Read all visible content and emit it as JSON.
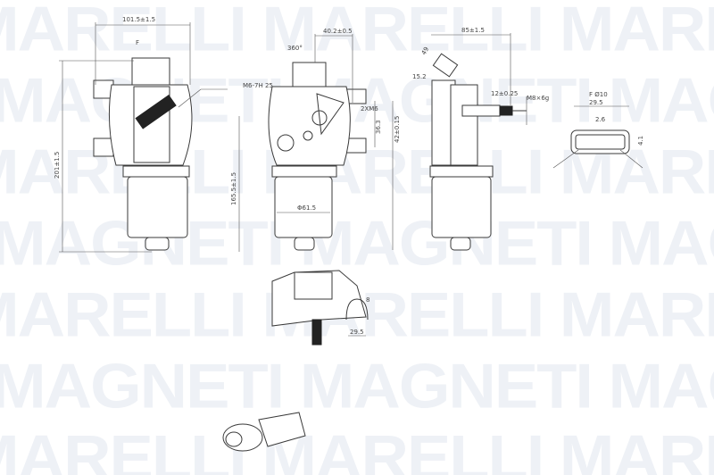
{
  "watermark": {
    "line_a": "MAGNETI MAGNETI MAGNETI",
    "line_b": "MARELLI MARELLI MARELLI",
    "color": "#eef1f6"
  },
  "front_view": {
    "width_dim": "101.5±1.5",
    "height_dim": "201±1.5",
    "section_mark": "F"
  },
  "rear_view": {
    "offset_dim": "40.2±0.5",
    "angle": "360°",
    "thread": "M6-7H 25",
    "mount_thread": "2XM6",
    "mount_spacing": "36.3",
    "mount_offset": "42±0.15",
    "height_dim": "165.5±1.5",
    "diameter": "Φ61.5"
  },
  "side_view": {
    "depth_dim": "85±1.5",
    "connector_dim": "49",
    "connector_angle_dim": "15.2",
    "shaft_len": "12±0.25",
    "shaft_thread": "M8×6g"
  },
  "connector_view": {
    "label": "F Ø10",
    "width": "29.5",
    "pin_pitch": "2.6",
    "height": "4.1"
  },
  "bottom_view": {
    "angle_dim": "8",
    "offset_dim": "29.5"
  }
}
